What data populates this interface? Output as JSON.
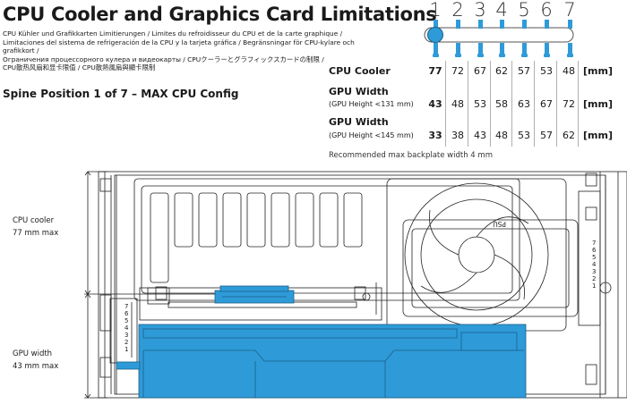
{
  "header": {
    "title": "CPU Cooler and Graphics Card Limitations",
    "subtitle": "CPU Kühler und Grafikkarten Limitierungen / Limites du refroidisseur du CPU et de la carte graphique /\nLimitaciones del sistema de refrigeración de la CPU y la tarjeta gráfica / Begränsningar för CPU-kylare och grafikkort /\nОграничения процессорного кулера и видеокарты / CPUクーラーとグラフィックスカードの制限 /\nCPU散热风扇和显卡限值 / CPU散熱風扇與顯卡限制"
  },
  "spine_label": "Spine Position 1 of 7 – MAX CPU Config",
  "selector": {
    "positions": [
      "1",
      "2",
      "3",
      "4",
      "5",
      "6",
      "7"
    ],
    "selected_index": 0,
    "accent_color": "#2e9bd8"
  },
  "table": {
    "unit": "[mm]",
    "rows": [
      {
        "label": "CPU Cooler",
        "sublabel": "",
        "values": [
          "77",
          "72",
          "67",
          "62",
          "57",
          "53",
          "48"
        ]
      },
      {
        "label": "GPU Width",
        "sublabel": "(GPU Height <131 mm)",
        "values": [
          "43",
          "48",
          "53",
          "58",
          "63",
          "67",
          "72"
        ]
      },
      {
        "label": "GPU Width",
        "sublabel": "(GPU Height <145 mm)",
        "values": [
          "33",
          "38",
          "43",
          "48",
          "53",
          "57",
          "62"
        ]
      }
    ]
  },
  "note": "Recommended max backplate width 4 mm",
  "diagram": {
    "cpu_label": "CPU cooler\n77 mm max",
    "gpu_label": "GPU width\n43 mm max",
    "psu_label": "PSU",
    "spine_scale_left": [
      "7",
      "6",
      "5",
      "4",
      "3",
      "2",
      "1"
    ],
    "spine_scale_right": [
      "7",
      "6",
      "5",
      "4",
      "3",
      "2",
      "1"
    ],
    "component_color": "#2e9bd8",
    "line_color": "#222222"
  }
}
